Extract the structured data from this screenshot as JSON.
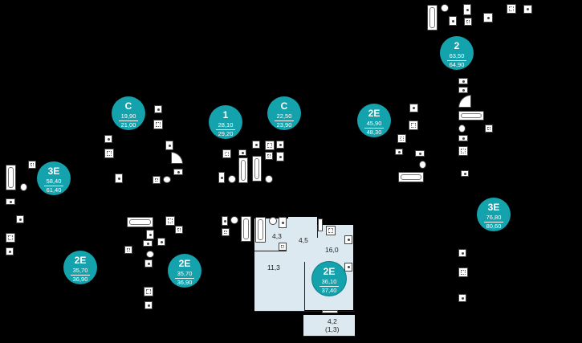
{
  "apartments": [
    {
      "type": "С",
      "area_living": "19,90",
      "area_total": "21,00"
    },
    {
      "type": "1",
      "area_living": "28,10",
      "area_total": "29,20"
    },
    {
      "type": "С",
      "area_living": "22,50",
      "area_total": "23,90"
    },
    {
      "type": "2Е",
      "area_living": "45,90",
      "area_total": "48,30"
    },
    {
      "type": "2",
      "area_living": "63,50",
      "area_total": "64,90"
    },
    {
      "type": "3Е",
      "area_living": "58,40",
      "area_total": "61,40"
    },
    {
      "type": "3Е",
      "area_living": "76,80",
      "area_total": "80,60"
    },
    {
      "type": "2Е",
      "area_living": "35,70",
      "area_total": "36,90"
    },
    {
      "type": "2Е",
      "area_living": "35,70",
      "area_total": "36,90"
    },
    {
      "type": "2Е",
      "area_living": "36,10",
      "area_total": "37,40"
    }
  ],
  "selected_plan": {
    "rooms": [
      "4,3",
      "4,5",
      "16,0",
      "11,3",
      "4,2",
      "(1,3)"
    ]
  },
  "colors": {
    "badge": "#14a2ad",
    "room_fill": "#dde9f0",
    "background": "#000000"
  }
}
